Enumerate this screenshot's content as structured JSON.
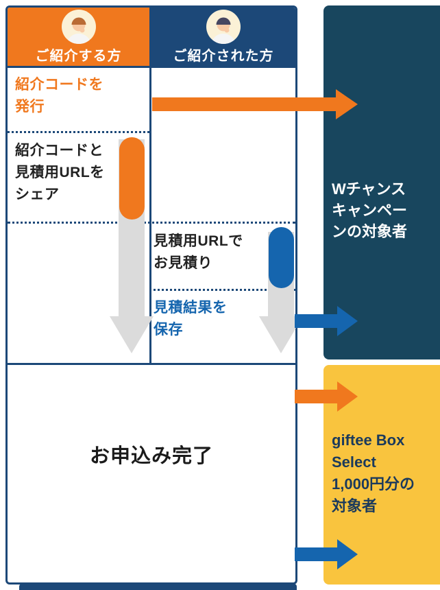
{
  "diagram": {
    "referrer": {
      "header": "ご紹介する方",
      "step1": "紹介コードを\n発行",
      "step2": "紹介コードと\n見積用URLを\nシェア"
    },
    "referred": {
      "header": "ご紹介された方",
      "step1": "見積用URLで\nお見積り",
      "step2": "見積結果を\n保存"
    },
    "completion": "お申込み完了",
    "rewards": {
      "w_chance": "Wチャンス\nキャンペー\nンの対象者",
      "giftee": "giftee Box\nSelect\n1,000円分の\n対象者"
    }
  },
  "icons": {
    "referrer_avatar": "referrer-person-icon",
    "referred_avatar": "referred-person-icon"
  },
  "colors": {
    "orange": "#F0781E",
    "navy": "#1C4878",
    "dark_teal": "#18465E",
    "blue": "#1565AE",
    "yellow": "#F9C43E",
    "arrow_gray": "#DBDBDB",
    "giftee_text": "#1B3A5C"
  }
}
